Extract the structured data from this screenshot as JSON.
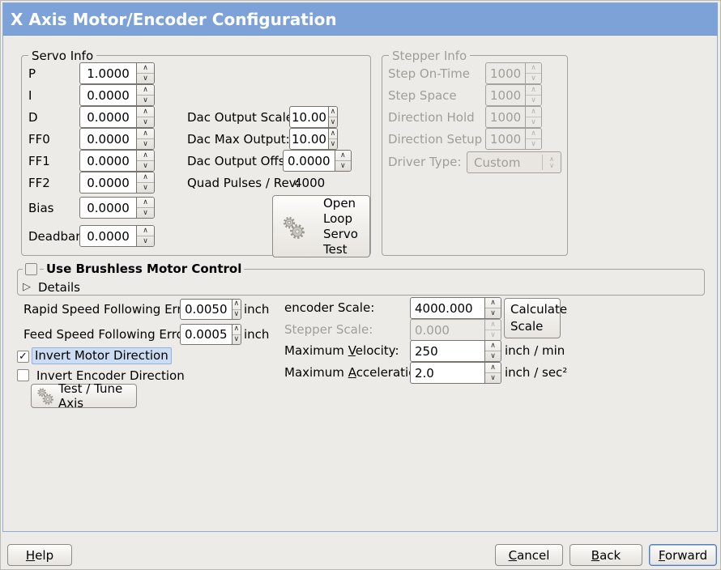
{
  "window": {
    "title": "X Axis Motor/Encoder Configuration"
  },
  "servo": {
    "title": "Servo Info",
    "rows": [
      {
        "label": "P",
        "value": "1.0000"
      },
      {
        "label": "I",
        "value": "0.0000"
      },
      {
        "label": "D",
        "value": "0.0000"
      },
      {
        "label": "FF0",
        "value": "0.0000"
      },
      {
        "label": "FF1",
        "value": "0.0000"
      },
      {
        "label": "FF2",
        "value": "0.0000"
      },
      {
        "label": "Bias",
        "value": "0.0000"
      },
      {
        "label": "Deadband",
        "value": "0.0000"
      }
    ]
  },
  "dac": {
    "output_scale_label": "Dac Output Scale:",
    "output_scale": "10.00",
    "max_output_label": "Dac Max Output:",
    "max_output": "10.00",
    "output_offset_label": "Dac Output Offset:",
    "output_offset": "0.0000",
    "quad_pulses_label": "Quad Pulses / Rev:",
    "quad_pulses": "4000"
  },
  "open_loop": {
    "label": "Open\nLoop\nServo\nTest"
  },
  "stepper": {
    "title": "Stepper Info",
    "rows": [
      {
        "label": "Step On-Time",
        "value": "1000"
      },
      {
        "label": "Step Space",
        "value": "1000"
      },
      {
        "label": "Direction Hold",
        "value": "1000"
      },
      {
        "label": "Direction Setup",
        "value": "1000"
      }
    ],
    "driver_type_label": "Driver Type:",
    "driver_type": "Custom"
  },
  "brushless": {
    "checkbox_label": "Use Brushless Motor Control",
    "details_label": "Details"
  },
  "follow": {
    "rapid_label": "Rapid Speed Following Error:",
    "rapid_value": "0.0050",
    "rapid_unit": "inch",
    "feed_label": "Feed Speed Following Error:",
    "feed_value": "0.0005",
    "feed_unit": "inch"
  },
  "invert": {
    "motor_label": "Invert Motor Direction",
    "encoder_label": "Invert Encoder Direction",
    "test_tune_label": "Test / Tune Axis"
  },
  "scale": {
    "encoder_label": "encoder Scale:",
    "encoder_value": "4000.000",
    "stepper_label": "Stepper Scale:",
    "stepper_value": "0.000",
    "calculate_label": "Calculate\nScale",
    "velocity_label_pre": "Maximum ",
    "velocity_label_u": "V",
    "velocity_label_rest": "elocity:",
    "velocity_value": "250",
    "velocity_unit": "inch / min",
    "accel_label_pre": "Maximum ",
    "accel_label_u": "A",
    "accel_label_rest": "cceleration:",
    "accel_value": "2.0",
    "accel_unit": "inch / sec²"
  },
  "footer": {
    "help": {
      "u": "H",
      "rest": "elp"
    },
    "cancel": {
      "u": "C",
      "rest": "ancel"
    },
    "back": {
      "u": "B",
      "rest": "ack"
    },
    "forward": {
      "u": "F",
      "rest": "orward"
    }
  },
  "icons": {
    "open_loop_button": "gears-icon",
    "test_tune_button": "gears-icon",
    "details_expander": "triangle-right-icon"
  },
  "colors": {
    "titlebar": "#7da2d8",
    "window_border": "#8fabd8",
    "selection_highlight": "#ccdcf2"
  }
}
